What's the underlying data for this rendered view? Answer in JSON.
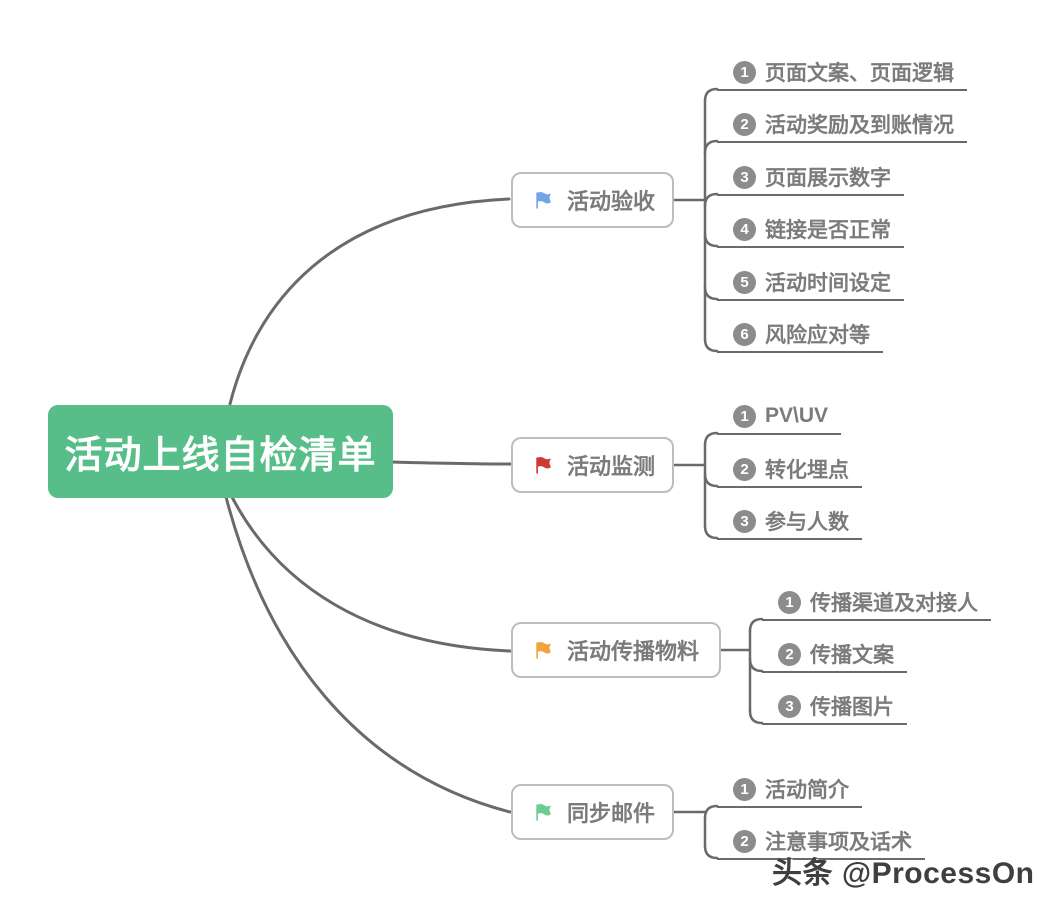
{
  "root": {
    "label": "活动上线自检清单",
    "bg_color": "#57BE8A"
  },
  "colors": {
    "line": "#6A6A6A",
    "node_border": "#BDBDBD",
    "node_text": "#7B7B7B",
    "badge_bg": "#8C8C8C",
    "flag_blue": "#74A4E8",
    "flag_red": "#CC3B33",
    "flag_orange": "#F2A33C",
    "flag_green": "#6CCD93"
  },
  "branches": [
    {
      "label": "活动验收",
      "flag_color": "#74A4E8",
      "children": [
        {
          "num": "1",
          "label": "页面文案、页面逻辑"
        },
        {
          "num": "2",
          "label": "活动奖励及到账情况"
        },
        {
          "num": "3",
          "label": "页面展示数字"
        },
        {
          "num": "4",
          "label": "链接是否正常"
        },
        {
          "num": "5",
          "label": "活动时间设定"
        },
        {
          "num": "6",
          "label": "风险应对等"
        }
      ]
    },
    {
      "label": "活动监测",
      "flag_color": "#CC3B33",
      "children": [
        {
          "num": "1",
          "label": "PV\\UV"
        },
        {
          "num": "2",
          "label": "转化埋点"
        },
        {
          "num": "3",
          "label": "参与人数"
        }
      ]
    },
    {
      "label": "活动传播物料",
      "flag_color": "#F2A33C",
      "children": [
        {
          "num": "1",
          "label": "传播渠道及对接人"
        },
        {
          "num": "2",
          "label": "传播文案"
        },
        {
          "num": "3",
          "label": "传播图片"
        }
      ]
    },
    {
      "label": "同步邮件",
      "flag_color": "#6CCD93",
      "children": [
        {
          "num": "1",
          "label": "活动简介"
        },
        {
          "num": "2",
          "label": "注意事项及话术"
        }
      ]
    }
  ],
  "watermark": "头条 @ProcessOn"
}
